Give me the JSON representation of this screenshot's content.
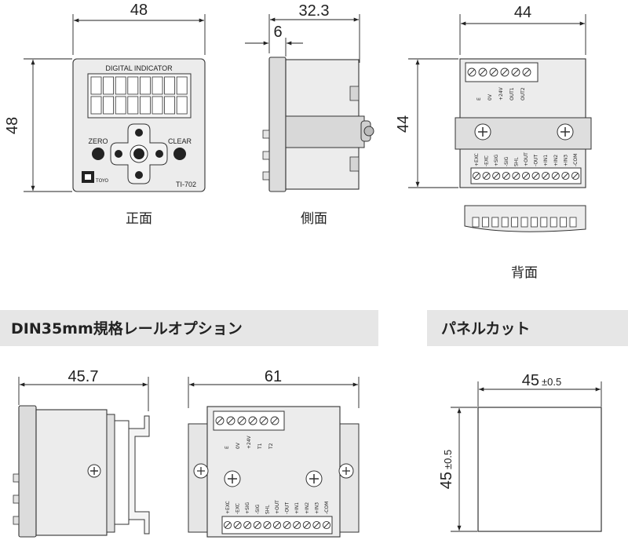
{
  "dimensions": {
    "front_width": "48",
    "front_height": "48",
    "side_depth": "32.3",
    "side_bezel": "6",
    "back_width": "44",
    "back_height": "44",
    "din_depth": "45.7",
    "din_width": "61",
    "cutout_width": "45",
    "cutout_width_tol": "±0.5",
    "cutout_height": "45",
    "cutout_height_tol": "±0.5"
  },
  "captions": {
    "front": "正面",
    "side": "側面",
    "back": "背面"
  },
  "banners": {
    "din_rail": "DIN35mm規格レールオプション",
    "panel_cut": "パネルカット"
  },
  "front_panel": {
    "title": "DIGITAL INDICATOR",
    "zero": "ZERO",
    "clear": "CLEAR",
    "model": "TI-702",
    "logo": "TOYO"
  },
  "terminals": {
    "top": [
      "E",
      "0V",
      "+24V",
      "OUT1",
      "OUT2"
    ],
    "bottom": [
      "+EXC",
      "-EXC",
      "+SIG",
      "-SIG",
      "SHL",
      "+OUT",
      "-OUT",
      "+IN1",
      "+IN2",
      "+IN3",
      "-COM"
    ],
    "din_top": [
      "E",
      "0V",
      "+24V",
      "T1",
      "T2"
    ]
  },
  "colors": {
    "body": "#ececec",
    "banner": "#e6e6e6",
    "line": "#222222"
  }
}
